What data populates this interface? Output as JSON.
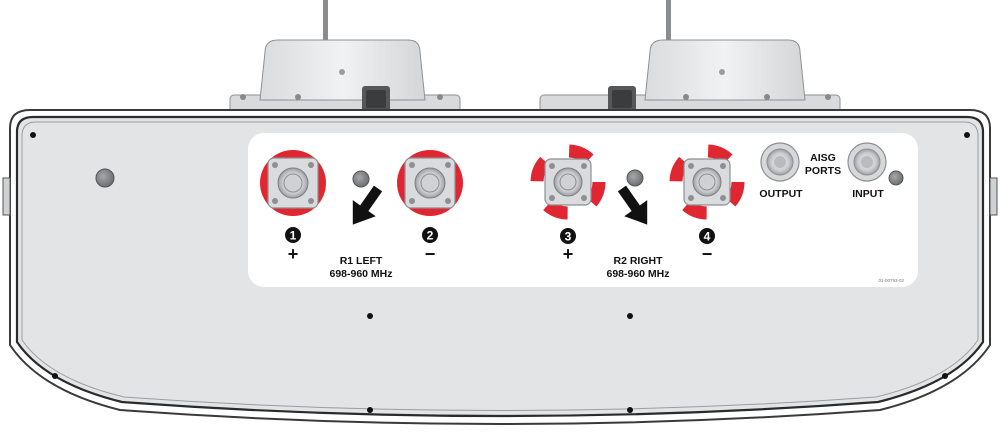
{
  "ports": [
    {
      "number": "1",
      "polarity": "+"
    },
    {
      "number": "2",
      "polarity": "−"
    },
    {
      "number": "3",
      "polarity": "+"
    },
    {
      "number": "4",
      "polarity": "−"
    }
  ],
  "arrays": [
    {
      "name": "R1 LEFT",
      "band": "698-960 MHz"
    },
    {
      "name": "R2 RIGHT",
      "band": "698-960 MHz"
    }
  ],
  "aisg": {
    "title_line1": "AISG",
    "title_line2": "PORTS",
    "output": "OUTPUT",
    "input": "INPUT"
  },
  "part_number": "01-00793-02",
  "colors": {
    "port_marker": "#e02630",
    "label_panel": "#ffffff",
    "housing": "#e2e4e6"
  }
}
